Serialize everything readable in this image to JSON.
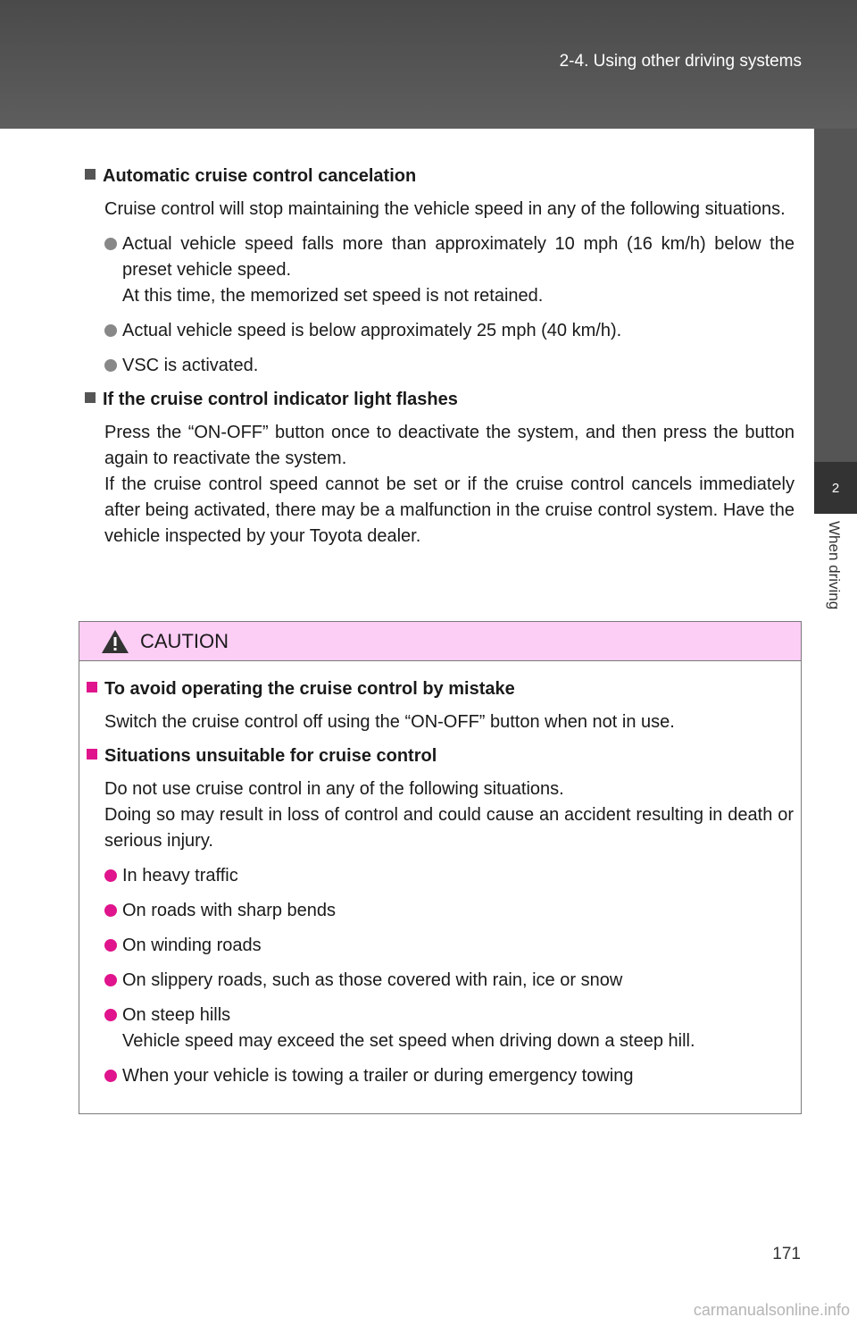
{
  "header": {
    "section_title": "2-4. Using other driving systems"
  },
  "side_tab": {
    "chapter_number": "2",
    "chapter_label": "When driving"
  },
  "sections": [
    {
      "heading": "Automatic cruise control cancelation",
      "intro": "Cruise control will stop maintaining the vehicle speed in any of the following situations.",
      "bullets": [
        {
          "line1": "Actual vehicle speed falls more than approximately 10 mph (16 km/h) below the preset vehicle speed.",
          "line2": "At this time, the memorized set speed is not retained."
        },
        {
          "line1": "Actual vehicle speed is below approximately 25 mph (40 km/h)."
        },
        {
          "line1": "VSC is activated."
        }
      ]
    },
    {
      "heading": "If the cruise control indicator light flashes",
      "para1": "Press the “ON-OFF” button once to deactivate the system, and then press the button again to reactivate the system.",
      "para2": "If the cruise control speed cannot be set or if the cruise control cancels immediately after being activated, there may be a malfunction in the cruise control system. Have the vehicle inspected by your Toyota dealer."
    }
  ],
  "caution": {
    "title": "CAUTION",
    "icon": "warning-triangle-icon",
    "header_color": "#fccdf5",
    "accent_color": "#e0148c",
    "items": [
      {
        "heading": "To avoid operating the cruise control by mistake",
        "text": "Switch the cruise control off using the “ON-OFF” button when not in use."
      },
      {
        "heading": "Situations unsuitable for cruise control",
        "text1": "Do not use cruise control in any of the following situations.",
        "text2": "Doing so may result in loss of control and could cause an accident resulting in death or serious injury.",
        "bullets": [
          {
            "line1": "In heavy traffic"
          },
          {
            "line1": "On roads with sharp bends"
          },
          {
            "line1": "On winding roads"
          },
          {
            "line1": "On slippery roads, such as those covered with rain, ice or snow"
          },
          {
            "line1": "On steep hills",
            "line2": "Vehicle speed may exceed the set speed when driving down a steep hill."
          },
          {
            "line1": "When your vehicle is towing a trailer or during emergency towing"
          }
        ]
      }
    ]
  },
  "page_number": "171",
  "watermark": "carmanualsonline.info"
}
